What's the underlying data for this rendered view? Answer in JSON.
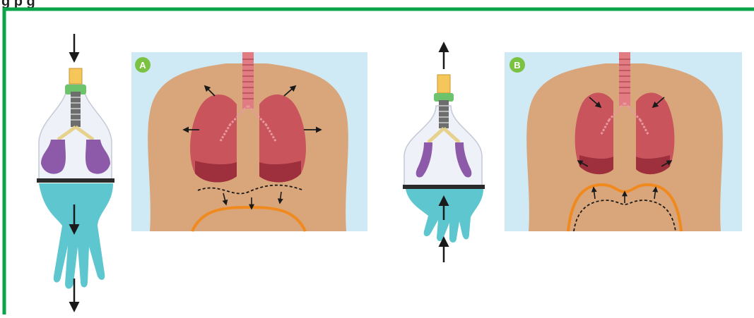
{
  "header": {
    "title_fragment": "g      p  g"
  },
  "panels": [
    {
      "badge": "A"
    },
    {
      "badge": "B"
    }
  ],
  "colors": {
    "frame": "#0ba44a",
    "background": "#cfeaf5",
    "skin": "#d9a57a",
    "lung": "#c9545c",
    "lung_dark": "#9e2f3c",
    "diaphragm": "#f08a1e",
    "balloon": "#8c5aa8",
    "glove": "#5ec6cf",
    "badge": "#7cc242"
  }
}
